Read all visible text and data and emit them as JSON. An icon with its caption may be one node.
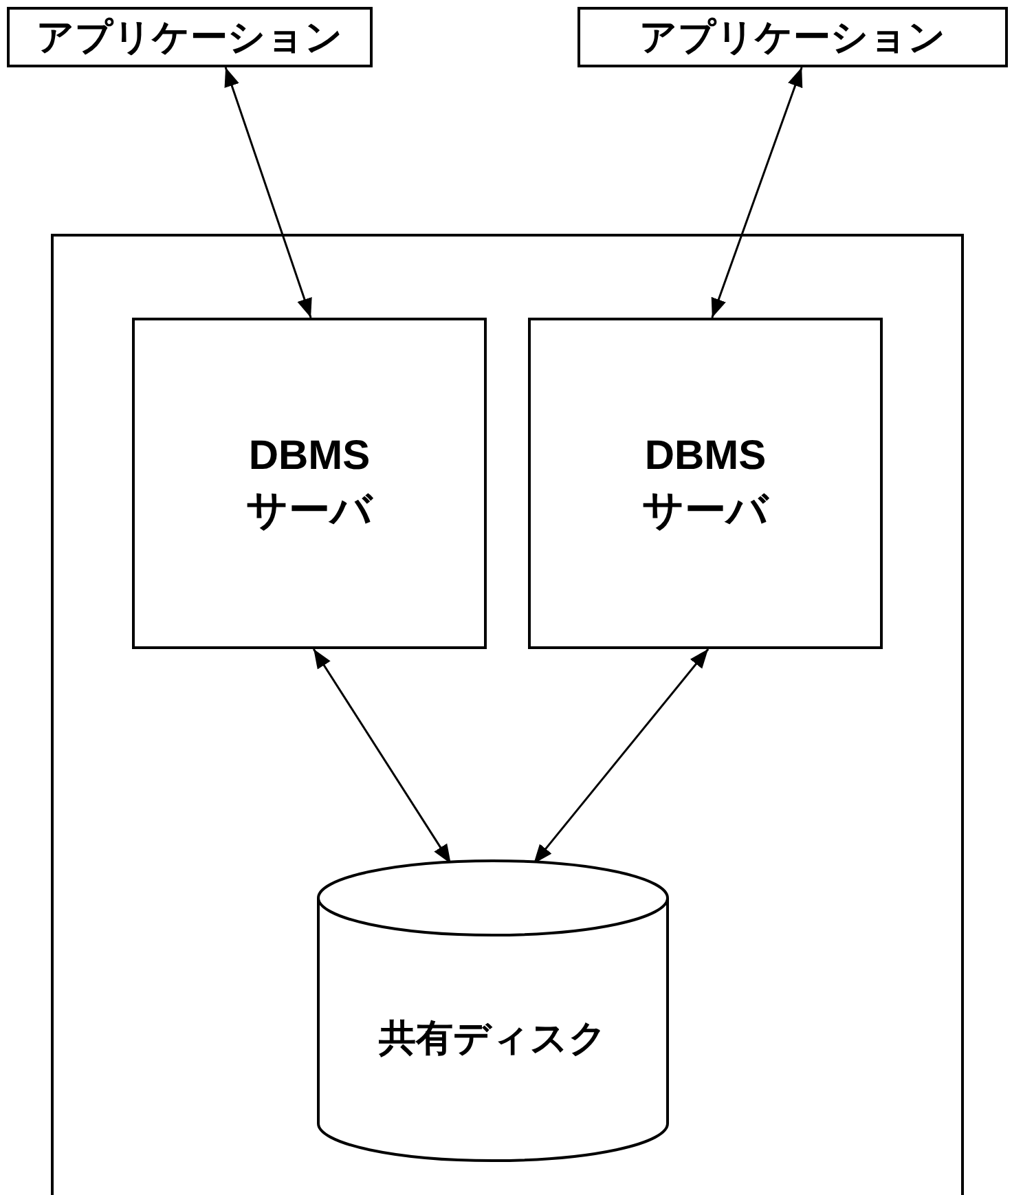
{
  "diagram": {
    "nodes": [
      {
        "text": [
          "アプリケーション"
        ]
      },
      {
        "text": [
          "アプリケーション"
        ]
      },
      {
        "text": [],
        "shape": "box"
      },
      {
        "text": [
          "DBMS サーバ"
        ],
        "in": 2
      },
      {
        "text": [
          "DBMS サーバ"
        ],
        "in": 2
      },
      {
        "text": [
          "共有ディスク"
        ],
        "in": 2
      }
    ],
    "edges": [
      {
        "from": 0,
        "to": 3,
        "arrow": "both"
      },
      {
        "from": 1,
        "to": 4,
        "arrow": "both"
      },
      {
        "from": 3,
        "to": 5,
        "arrow": "both"
      },
      {
        "from": 4,
        "to": 5,
        "arrow": "both"
      }
    ]
  }
}
